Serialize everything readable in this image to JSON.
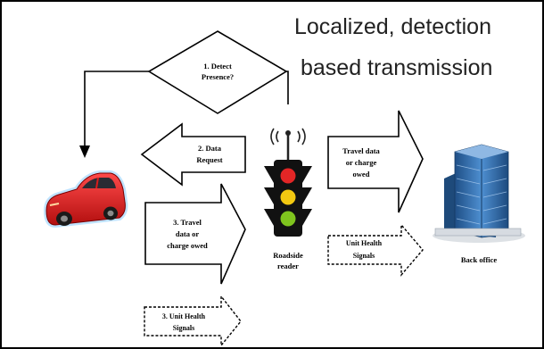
{
  "title": {
    "line1": "Localized, detection",
    "line2": "based transmission"
  },
  "flow": {
    "detect_presence": [
      "1. Detect",
      "Presence?"
    ],
    "data_request": [
      "2. Data",
      "Request"
    ],
    "travel_data_to_reader": [
      "3. Travel",
      "data or",
      "charge owed"
    ],
    "unit_health_reader": [
      "3. Unit Health",
      "Signals"
    ],
    "travel_data_to_office": [
      "Travel data",
      "or charge",
      "owed"
    ],
    "unit_health_office": [
      "Unit Health",
      "Signals"
    ]
  },
  "nodes": {
    "roadside_reader": [
      "Roadside",
      "reader"
    ],
    "back_office": "Back office"
  },
  "icons": {
    "vehicle": "car-icon",
    "reader": "traffic-light-icon",
    "office": "office-building-icon"
  },
  "colors": {
    "car_body": "#d81c1c",
    "car_outline_glow": "#9fd3ff",
    "light_red": "#e32626",
    "light_amber": "#f2c811",
    "light_green": "#7fc41e",
    "building": "#3a6fa8"
  }
}
